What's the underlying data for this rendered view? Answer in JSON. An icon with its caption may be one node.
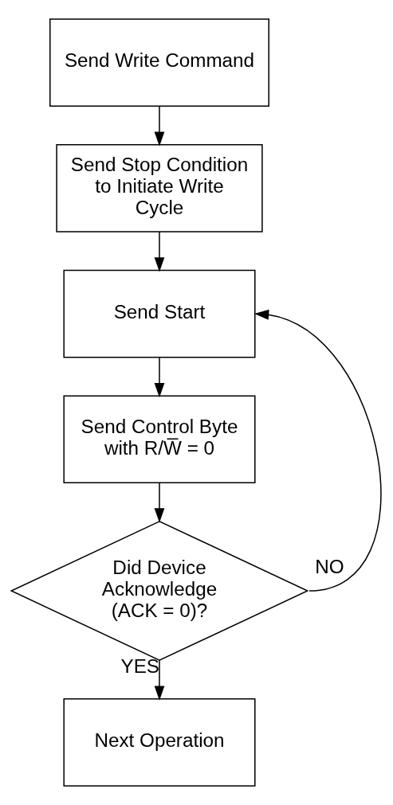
{
  "diagram": {
    "nodes": [
      {
        "text": [
          "Send Write Command"
        ]
      },
      {
        "text": [
          "Send Stop Condition to Initiate Write Cycle"
        ]
      },
      {
        "text": [
          "Send Start"
        ]
      },
      {
        "text": [
          "Send Control Byte with R/W̅ = 0"
        ]
      },
      {
        "text": [
          "Did Device Acknowledge (ACK = 0)?"
        ]
      },
      {
        "text": [
          "Next Operation"
        ]
      }
    ],
    "edges": [
      {
        "from": 0,
        "to": 1,
        "arrow": "to"
      },
      {
        "from": 1,
        "to": 2,
        "arrow": "to"
      },
      {
        "from": 2,
        "to": 3,
        "arrow": "to"
      },
      {
        "from": 3,
        "to": 4,
        "arrow": "to"
      },
      {
        "from": 4,
        "to": 5,
        "arrow": "to",
        "label": "YES"
      },
      {
        "from": 4,
        "to": 2,
        "arrow": "to",
        "label": "NO"
      }
    ]
  }
}
